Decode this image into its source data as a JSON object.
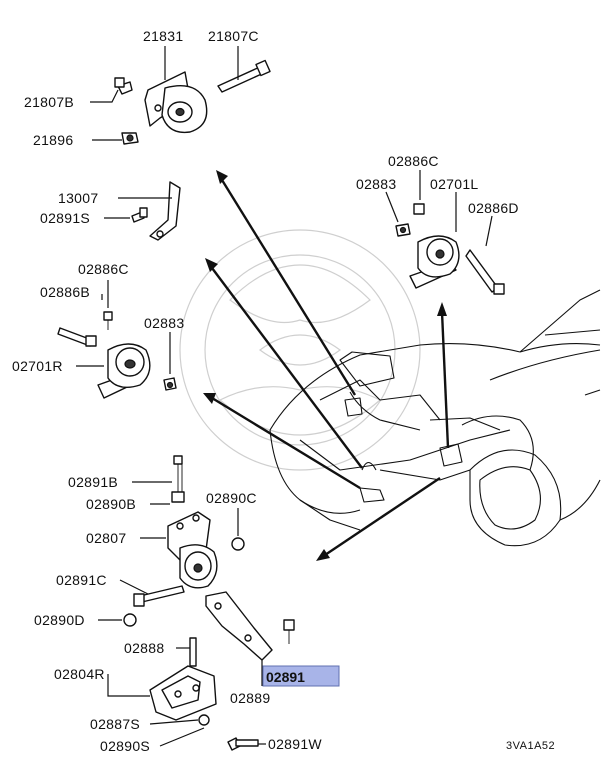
{
  "labels": {
    "p21831": "21831",
    "p21807C": "21807C",
    "p21807B": "21807B",
    "p21896": "21896",
    "p13007": "13007",
    "p02891S": "02891S",
    "p02886C_left": "02886C",
    "p02886B": "02886B",
    "p02883_left": "02883",
    "p02701R": "02701R",
    "p02886C_right": "02886C",
    "p02883_right": "02883",
    "p02701L": "02701L",
    "p02886D": "02886D",
    "p02891B": "02891B",
    "p02890B": "02890B",
    "p02890C": "02890C",
    "p02807": "02807",
    "p02891C": "02891C",
    "p02890D": "02890D",
    "p02888": "02888",
    "p02804R": "02804R",
    "p02891": "02891",
    "p02889": "02889",
    "p02887S": "02887S",
    "p02890S": "02890S",
    "p02891W": "02891W"
  },
  "diagram_code": "3VA1A52",
  "highlight_color": "#a8b4e8"
}
